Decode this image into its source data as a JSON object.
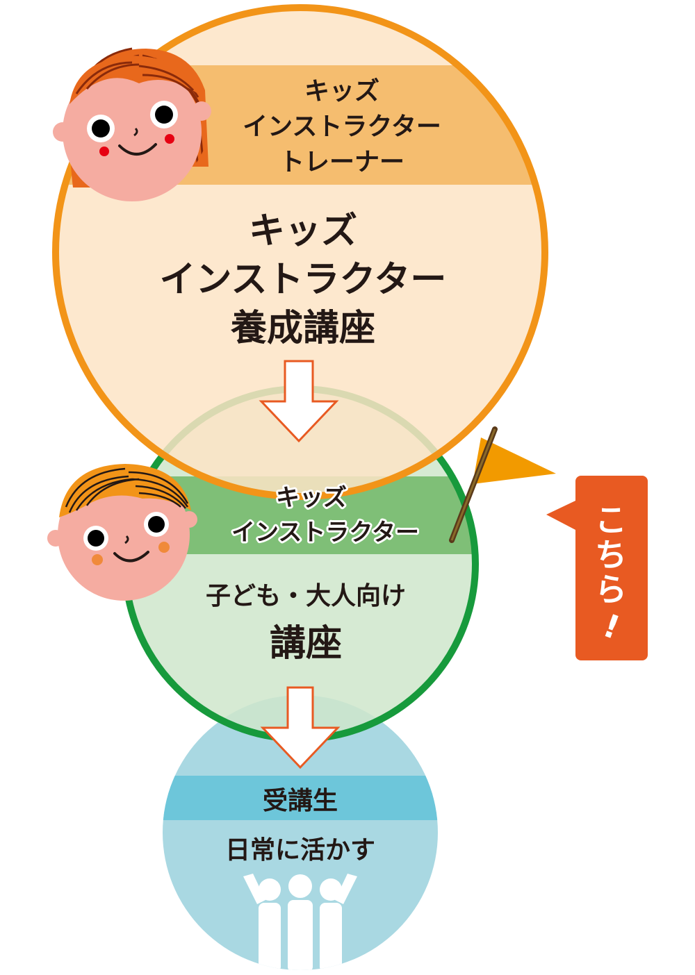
{
  "top_circle": {
    "band_lines": [
      "キッズ",
      "インストラクター",
      "トレーナー"
    ],
    "main_lines": [
      "キッズ",
      "インストラクター",
      "養成講座"
    ],
    "color": "#f29418",
    "fill": "#fde4c5",
    "band_color": "#f5bd6f"
  },
  "middle_circle": {
    "band_lines": [
      "キッズ",
      "インストラクター"
    ],
    "sub_text": "子ども・大人向け",
    "main_text": "講座",
    "color": "#179a3c",
    "fill": "#cfe6cb",
    "band_color": "#7fbf77"
  },
  "bottom_circle": {
    "band_text": "受講生",
    "main_text": "日常に活かす",
    "fill": "#a9d8e2",
    "band_color": "#6dc6da"
  },
  "callout": {
    "lines": [
      "こ",
      "ち",
      "ら",
      "!"
    ],
    "color": "#e85a22"
  },
  "flag_color": "#f29a00",
  "arrow_color": "#e85a22"
}
